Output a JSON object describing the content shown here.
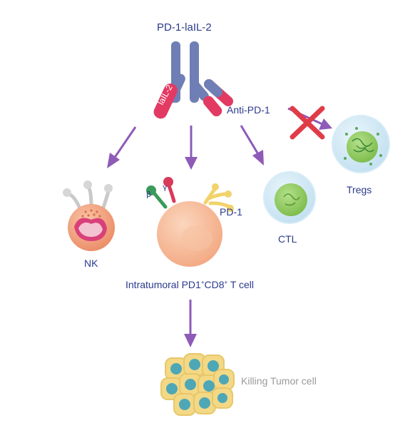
{
  "diagram": {
    "title": "PD-1-laIL-2",
    "laIL2_arm_label": "laIL-2",
    "anti_pd1_label": "Anti-PD-1",
    "nk_label": "NK",
    "pd1_label": "PD-1",
    "ctl_label": "CTL",
    "tregs_label": "Tregs",
    "tcell_label_prefix": "Intratumoral PD1",
    "tcell_sup1": "+",
    "tcell_label_mid": "CD8",
    "tcell_sup2": "+",
    "tcell_label_suffix": " T cell",
    "beta_label": "β",
    "gamma_label": "γ",
    "killing_label": "Killing Tumor cell"
  },
  "colors": {
    "antibody_blue": "#6f7fb5",
    "arm_pink": "#e23a63",
    "arrow_purple": "#8e5bb8",
    "label_navy": "#2b3a8c",
    "block_red": "#e03c48",
    "tcell_peach": "#f6b896",
    "ctl_blue": "#cfe6f3",
    "nucleus_green": "#8bc85a",
    "tumor_yellow": "#f3d886",
    "tumor_teal": "#4ea7b6"
  }
}
